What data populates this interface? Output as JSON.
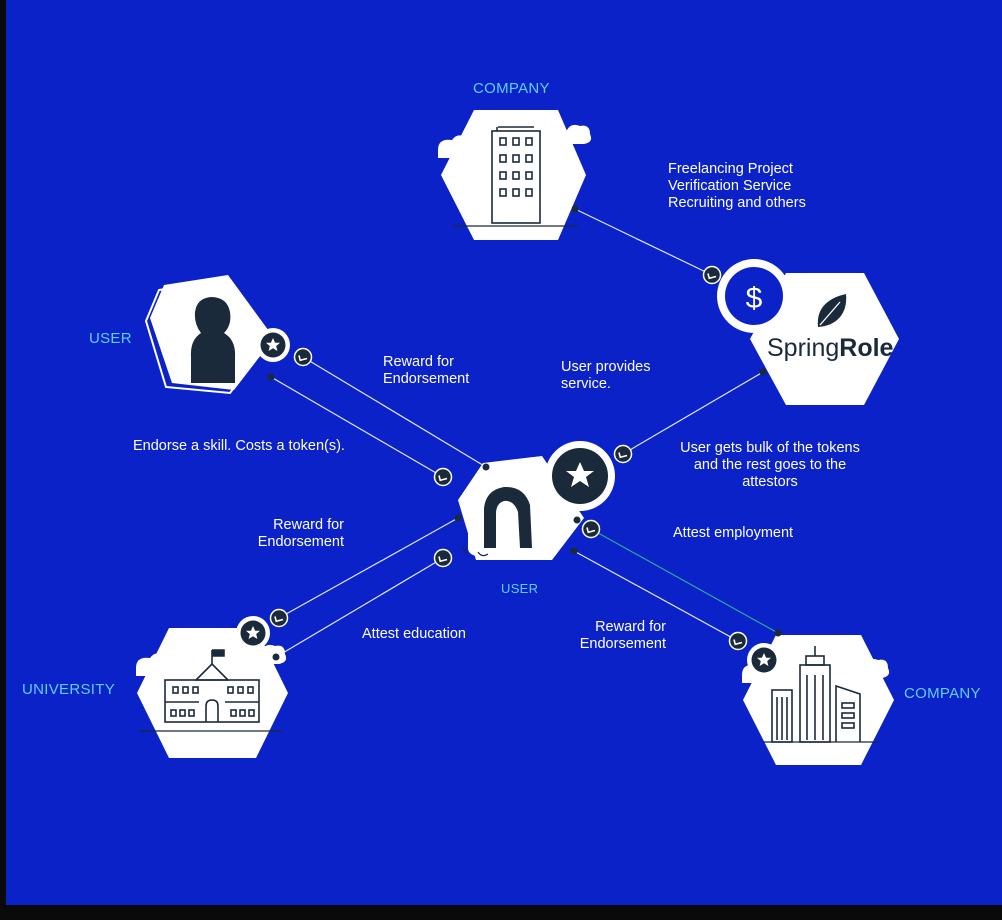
{
  "colors": {
    "background": "#0a22c8",
    "node_fill": "#ffffff",
    "title_color": "#5fd0ff",
    "text_color": "#ffffff",
    "badge_dark": "#1b2a3a"
  },
  "nodes": {
    "company_top": {
      "title": "COMPANY",
      "icon": "office-building-icon"
    },
    "springrole": {
      "logo_text_a": "Spring",
      "logo_text_b": "Role",
      "icon": "dollar-icon",
      "leaf": "leaf-icon"
    },
    "user_left": {
      "title": "USER",
      "icon": "person-silhouette-icon"
    },
    "user_center": {
      "title": "USER",
      "icon": "person-silhouette-icon"
    },
    "university": {
      "title": "UNIVERSITY",
      "icon": "university-building-icon"
    },
    "company_bottom": {
      "title": "COMPANY",
      "icon": "city-buildings-icon"
    }
  },
  "labels": {
    "freelancing": [
      "Freelancing Project",
      "Verification Service",
      "Recruiting and others"
    ],
    "user_provides": [
      "User provides",
      "service."
    ],
    "bulk_tokens": [
      "User gets bulk of the tokens",
      "and the rest goes to the",
      "attestors"
    ],
    "reward_top": [
      "Reward for",
      "Endorsement"
    ],
    "endorse_skill": [
      "Endorse a skill. Costs a token(s)."
    ],
    "reward_left": [
      "Reward for",
      "Endorsement"
    ],
    "attest_education": [
      "Attest education"
    ],
    "attest_employment": [
      "Attest employment"
    ],
    "reward_bottom": [
      "Reward for",
      "Endorsement"
    ]
  }
}
